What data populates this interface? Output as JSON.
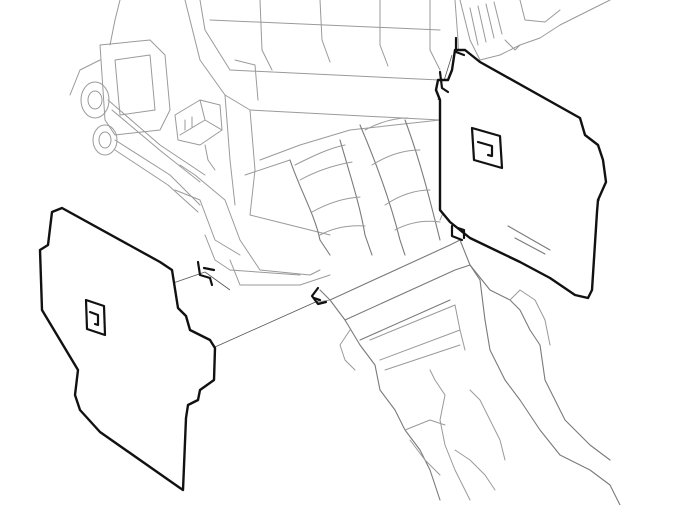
{
  "figure": {
    "kind": "exploded assembly line drawing",
    "parts": [
      {
        "name": "heater-blower-unit",
        "style": "thin-outline"
      },
      {
        "name": "floor-duct-center",
        "style": "thin-outline"
      },
      {
        "name": "left-side-cover-panel",
        "style": "bold-outline"
      },
      {
        "name": "right-side-cover-panel",
        "style": "bold-outline"
      },
      {
        "name": "left-mounting-clip",
        "style": "bold-outline"
      },
      {
        "name": "right-mounting-clip",
        "style": "bold-outline"
      },
      {
        "name": "center-duct-clip-left",
        "style": "bold-outline"
      },
      {
        "name": "center-duct-clip-right",
        "style": "bold-outline"
      }
    ],
    "colors": {
      "background": "#ffffff",
      "line_primary": "#111111",
      "line_secondary": "#9a9a9a"
    }
  }
}
